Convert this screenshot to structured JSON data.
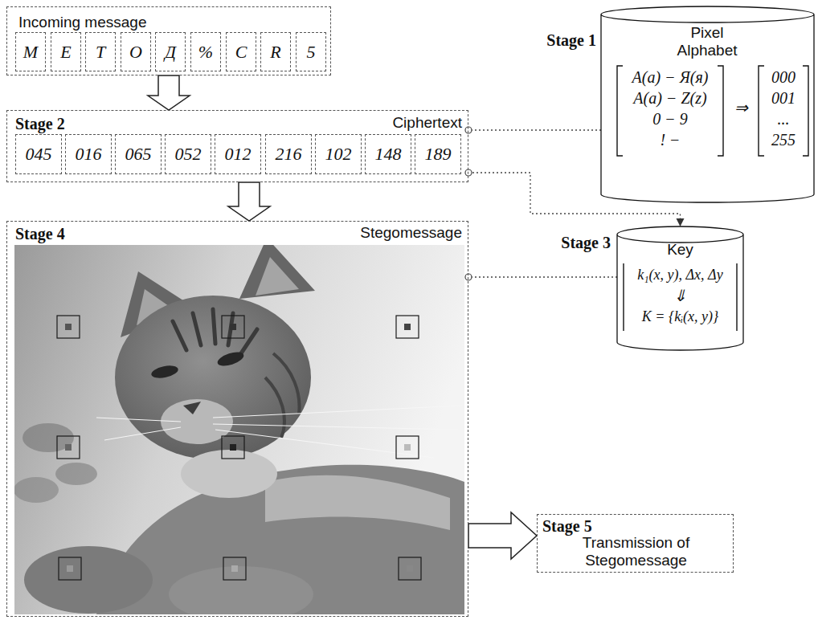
{
  "diagram": {
    "nodes": [
      {
        "text": [
          "Incoming message"
        ]
      },
      {
        "text": [
          "М"
        ],
        "in": 0
      },
      {
        "text": [
          "Е"
        ],
        "in": 0
      },
      {
        "text": [
          "Т"
        ],
        "in": 0
      },
      {
        "text": [
          "О"
        ],
        "in": 0
      },
      {
        "text": [
          "Д"
        ],
        "in": 0
      },
      {
        "text": [
          "%"
        ],
        "in": 0
      },
      {
        "text": [
          "C"
        ],
        "in": 0
      },
      {
        "text": [
          "R"
        ],
        "in": 0
      },
      {
        "text": [
          "5"
        ],
        "in": 0
      },
      {
        "text": [
          "Stage 1",
          "Pixel Alphabet",
          "А(а) − Я(я)",
          "A(a) − Z(z)",
          "0 − 9",
          "! −",
          "⇒",
          "000",
          "001",
          "...",
          "255"
        ]
      },
      {
        "text": [
          "Stage 2",
          "Ciphertext"
        ]
      },
      {
        "text": [
          "045"
        ],
        "in": 11
      },
      {
        "text": [
          "016"
        ],
        "in": 11
      },
      {
        "text": [
          "065"
        ],
        "in": 11
      },
      {
        "text": [
          "052"
        ],
        "in": 11
      },
      {
        "text": [
          "012"
        ],
        "in": 11
      },
      {
        "text": [
          "216"
        ],
        "in": 11
      },
      {
        "text": [
          "102"
        ],
        "in": 11
      },
      {
        "text": [
          "148"
        ],
        "in": 11
      },
      {
        "text": [
          "189"
        ],
        "in": 11
      },
      {
        "text": [
          "Stage 3",
          "Key",
          "k₁(x, y), Δx, Δy",
          "⇓",
          "K = {kᵢ(x, y)}"
        ]
      },
      {
        "text": [
          "Stage 4",
          "Stegomessage"
        ]
      },
      {
        "text": [
          "Stage 5",
          "Transmission of Stegomessage"
        ]
      }
    ],
    "edges": [
      {
        "from": 0,
        "to": 11,
        "arrow": "to"
      },
      {
        "from": 10,
        "to": 11,
        "arrow": "none"
      },
      {
        "from": 11,
        "to": 21,
        "arrow": "to"
      },
      {
        "from": 11,
        "to": 22,
        "arrow": "to"
      },
      {
        "from": 21,
        "to": 22,
        "arrow": "none"
      },
      {
        "from": 22,
        "to": 23,
        "arrow": "to"
      }
    ]
  }
}
